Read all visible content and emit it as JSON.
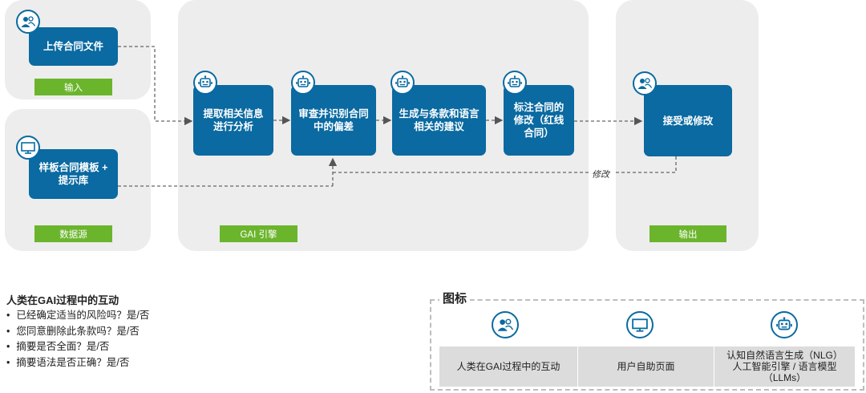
{
  "panels": {
    "input_label": "输入",
    "source_label": "数据源",
    "engine_label": "GAI 引擎",
    "output_label": "输出"
  },
  "boxes": {
    "upload": "上传合同文件",
    "template": "样板合同模板 + 提示库",
    "extract": "提取相关信息进行分析",
    "review": "审查并识别合同中的偏差",
    "generate": "生成与条款和语言相关的建议",
    "annotate": "标注合同的修改（红线合同）",
    "accept": "接受或修改"
  },
  "flow": {
    "modify_label": "修改"
  },
  "human": {
    "title": "人类在GAI过程中的互动",
    "items": [
      "已经确定适当的风险吗？是/否",
      "您同意删除此条款吗？是/否",
      "摘要是否全面？是/否",
      "摘要语法是否正确？是/否"
    ]
  },
  "legend": {
    "title": "图标",
    "items": [
      {
        "icon": "people-icon",
        "label": "人类在GAI过程中的互动"
      },
      {
        "icon": "monitor-icon",
        "label": "用户自助页面"
      },
      {
        "icon": "robot-icon",
        "label": "认知自然语言生成（NLG）\n人工智能引擎 / 语言模型\n（LLMs）"
      }
    ]
  },
  "colors": {
    "box_blue": "#0a6aa1",
    "label_green": "#6bb52d",
    "panel_gray": "#ededed"
  }
}
